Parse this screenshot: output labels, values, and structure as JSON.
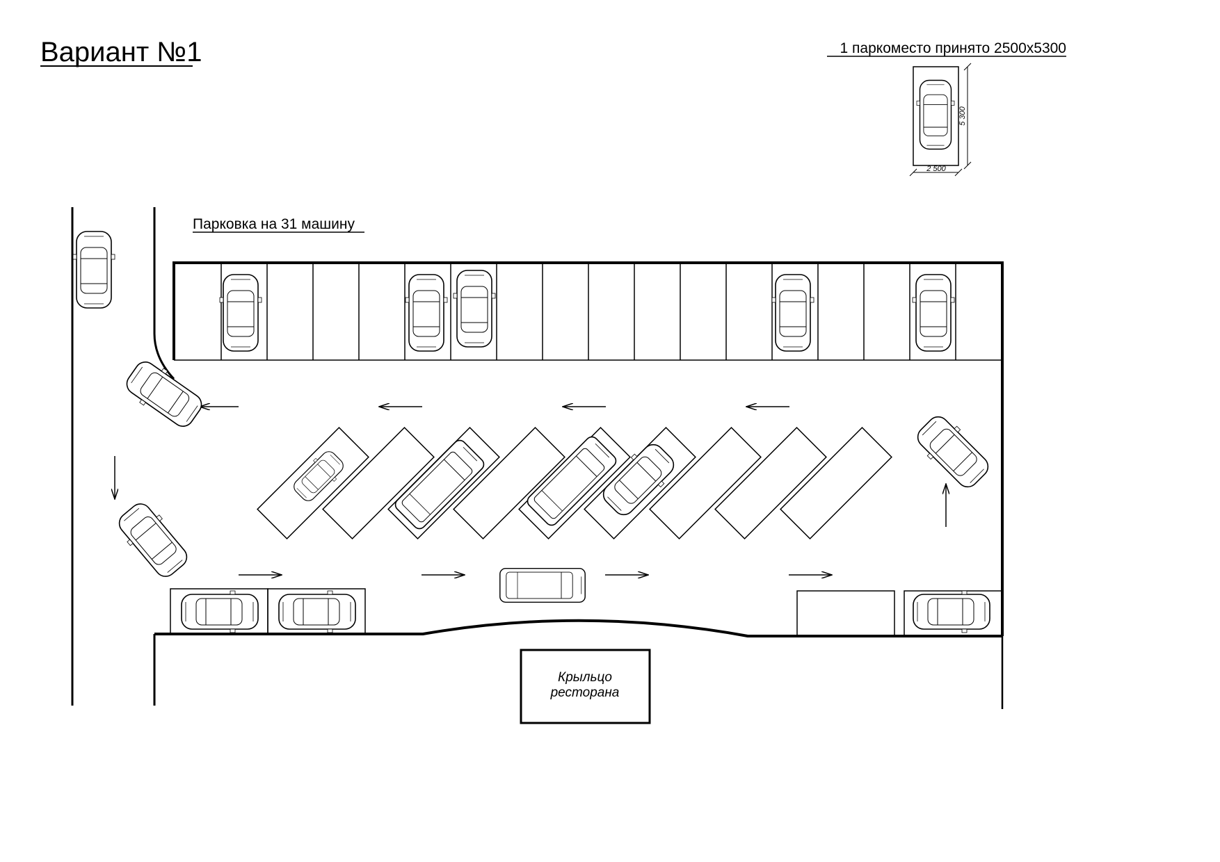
{
  "header": {
    "title": "Вариант №1",
    "spot_note": "1 паркоместо принято 2500x5300"
  },
  "legend": {
    "width_label": "2 500",
    "length_label": "5 300"
  },
  "plan": {
    "parking_label": "Парковка на 31 машину",
    "porch_label_line1": "Крыльцо",
    "porch_label_line2": "ресторана"
  },
  "colors": {
    "line": "#000000",
    "background": "#ffffff"
  }
}
